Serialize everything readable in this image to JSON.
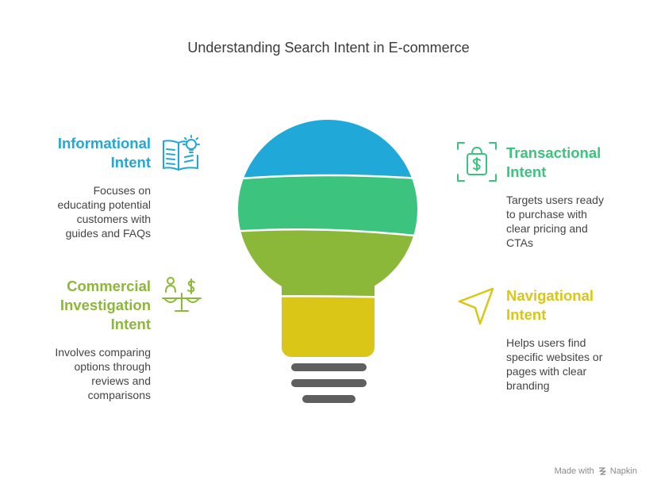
{
  "title": "Understanding Search Intent in E-commerce",
  "colors": {
    "informational": "#1FA8D8",
    "transactional": "#3CC47F",
    "commercial": "#8CB839",
    "navigational": "#D9C616",
    "base": "#5f5f5f"
  },
  "intents": [
    {
      "id": "informational",
      "title_line1": "Informational",
      "title_line2": "Intent",
      "title_line3": "",
      "description": [
        "Focuses on",
        "educating potential",
        "customers with",
        "guides and FAQs"
      ],
      "icon": "book-lightbulb-icon"
    },
    {
      "id": "commercial",
      "title_line1": "Commercial",
      "title_line2": "Investigation",
      "title_line3": "Intent",
      "description": [
        "Involves comparing",
        "options through",
        "reviews and",
        "comparisons"
      ],
      "icon": "scale-person-dollar-icon"
    },
    {
      "id": "transactional",
      "title_line1": "Transactional",
      "title_line2": "Intent",
      "title_line3": "",
      "description": [
        "Targets users ready",
        "to purchase with",
        "clear pricing and",
        "CTAs"
      ],
      "icon": "shopping-bag-dollar-icon"
    },
    {
      "id": "navigational",
      "title_line1": "Navigational",
      "title_line2": "Intent",
      "title_line3": "",
      "description": [
        "Helps users find",
        "specific websites or",
        "pages with clear",
        "branding"
      ],
      "icon": "navigation-arrow-icon"
    }
  ],
  "branding": {
    "prefix": "Made with",
    "name": "Napkin"
  }
}
